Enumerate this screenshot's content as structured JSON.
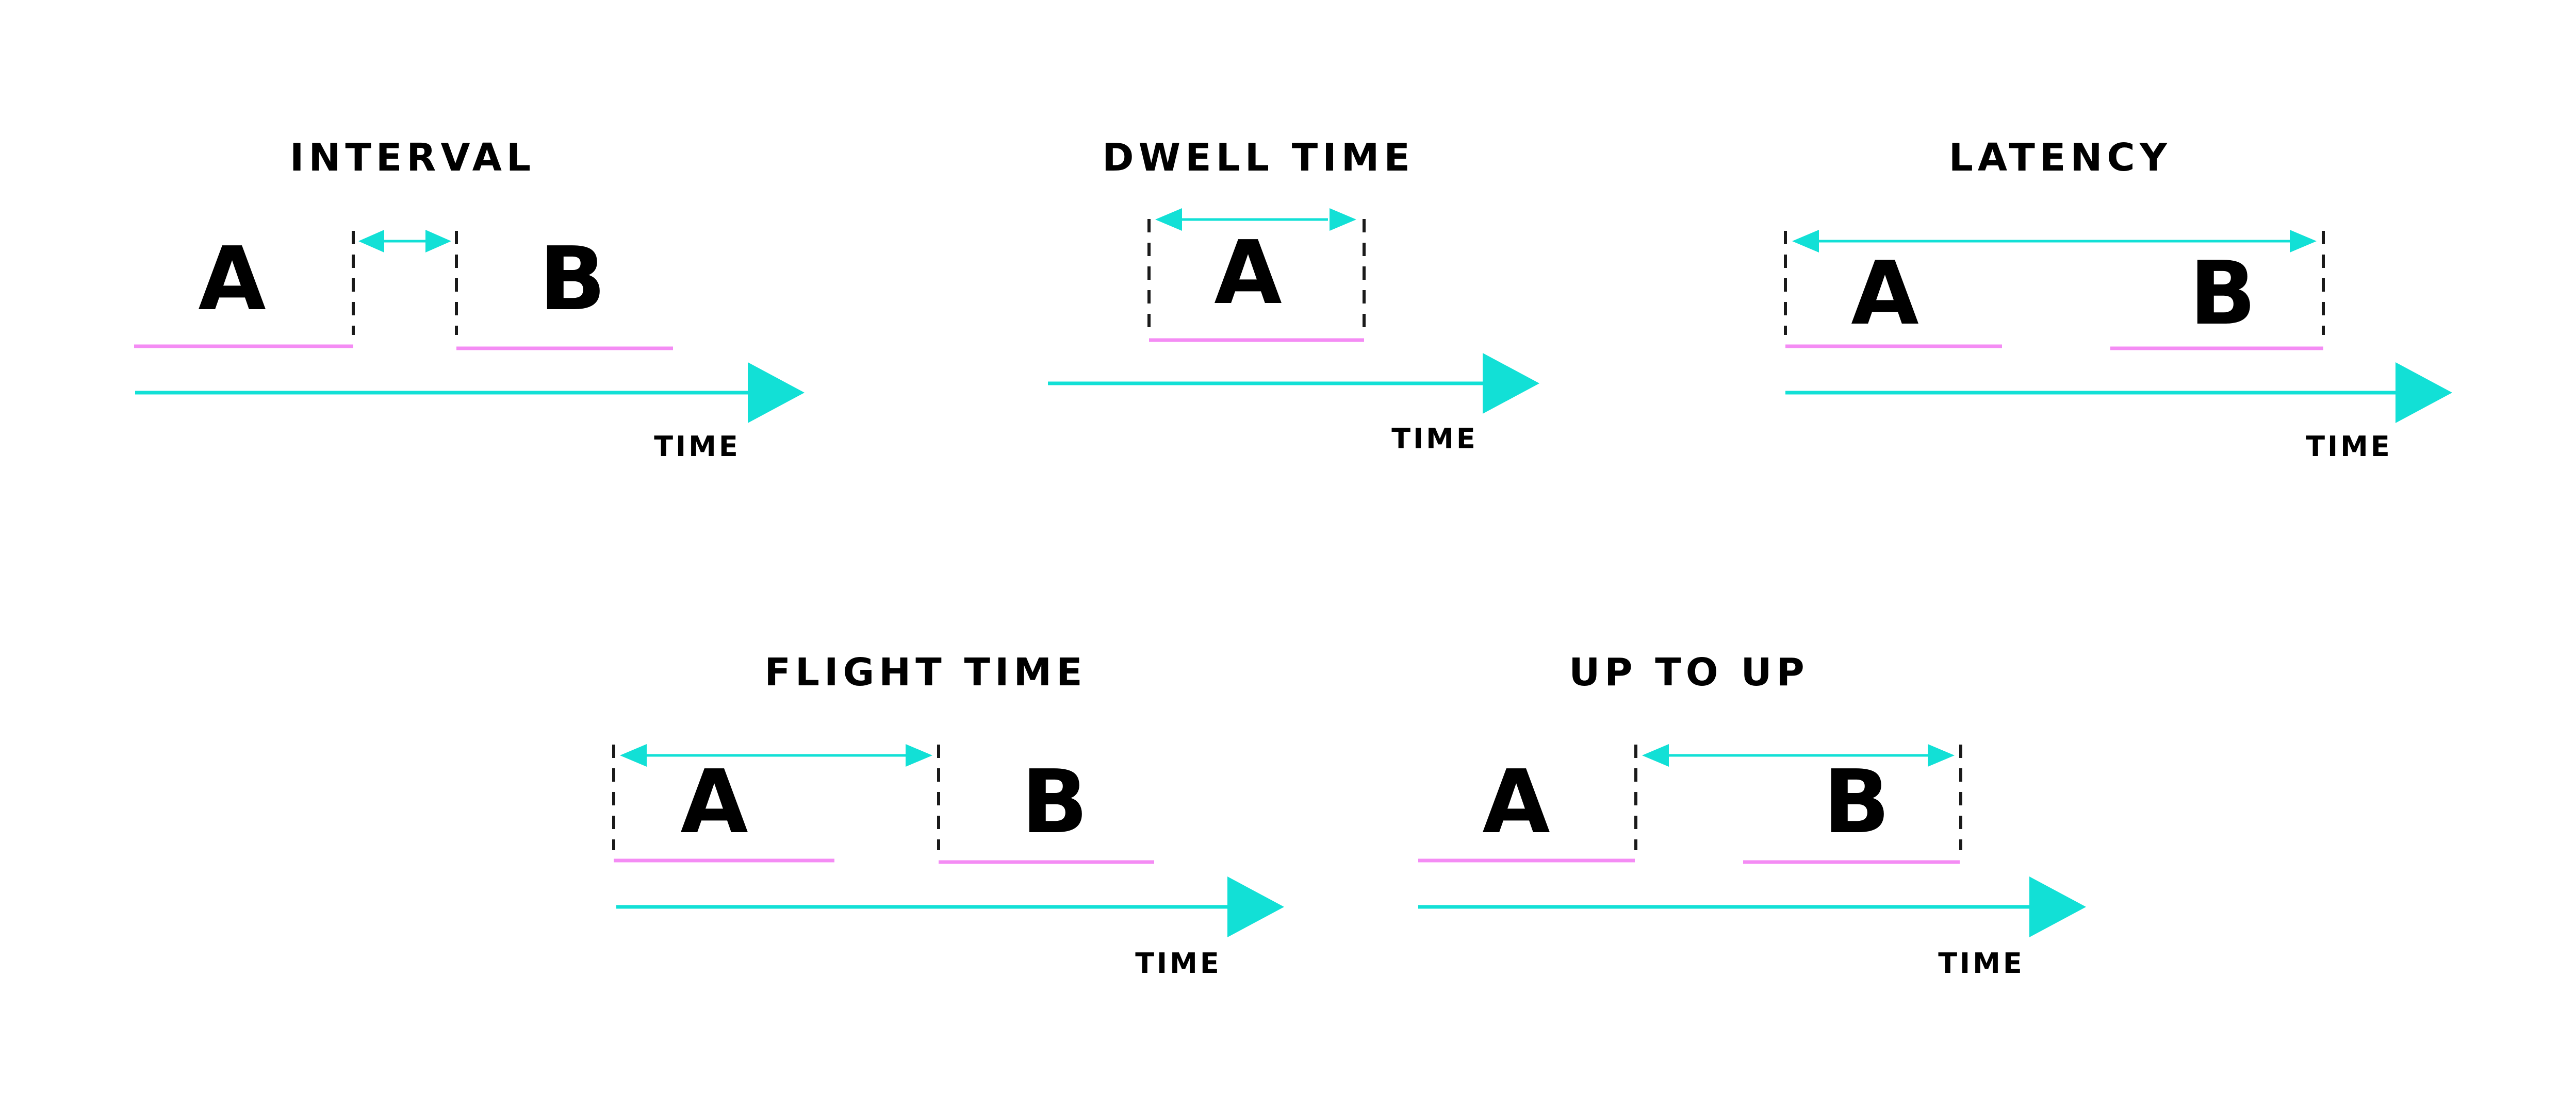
{
  "colors": {
    "background": "#ffffff",
    "text": "#000000",
    "arrow": "#12e0d6",
    "key_underline": "#f48cf4",
    "boundary": "#1a1a1a"
  },
  "diagrams": [
    {
      "title": "INTERVAL",
      "key_a": "A",
      "key_b": "B",
      "axis_label": "TIME"
    },
    {
      "title": "DWELL TIME",
      "key_a": "A",
      "axis_label": "TIME"
    },
    {
      "title": "LATENCY",
      "key_a": "A",
      "key_b": "B",
      "axis_label": "TIME"
    },
    {
      "title": "FLIGHT TIME",
      "key_a": "A",
      "key_b": "B",
      "axis_label": "TIME"
    },
    {
      "title": "UP TO UP",
      "key_a": "A",
      "key_b": "B",
      "axis_label": "TIME"
    }
  ]
}
